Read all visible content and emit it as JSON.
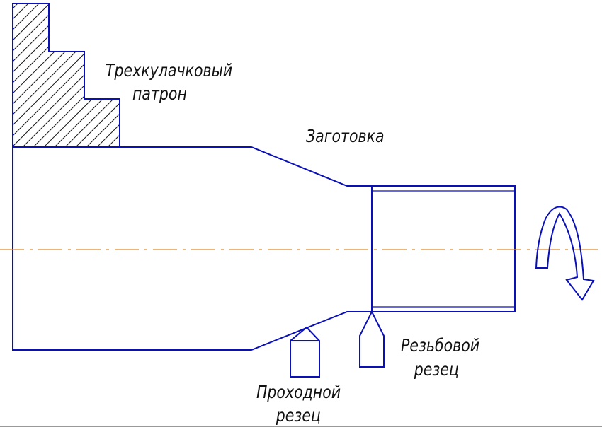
{
  "labels": {
    "chuck_line1": "Трехкулачковый",
    "chuck_line2": "патрон",
    "workpiece": "Заготовка",
    "thread_tool_line1": "Резьбовой",
    "thread_tool_line2": "резец",
    "turning_tool_line1": "Проходной",
    "turning_tool_line2": "резец"
  },
  "colors": {
    "outline": "#0a10b8",
    "axis": "#e08a2a",
    "text": "#111111"
  }
}
